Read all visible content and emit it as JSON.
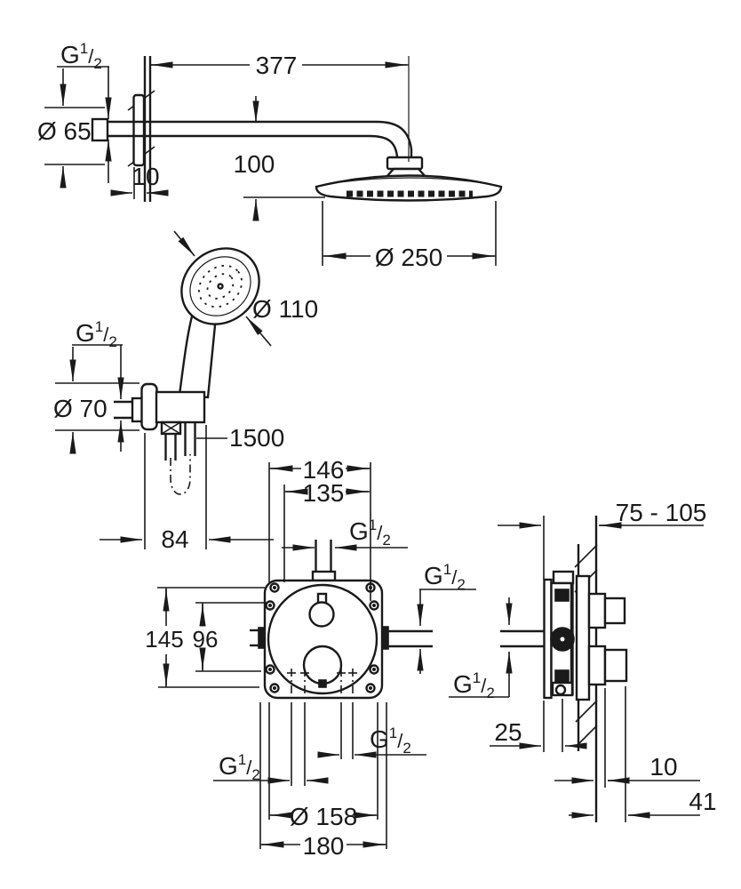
{
  "drawing": {
    "thread_label": {
      "prefix": "G",
      "numerator": "1",
      "slash": "/",
      "denominator": "2"
    },
    "dims": {
      "arm_length": "377",
      "arm_flange_diameter": "Ø 65",
      "arm_flange_depth": "10",
      "head_offset": "100",
      "head_diameter": "Ø 250",
      "hand_shower_diameter": "Ø 110",
      "outlet_flange_diameter": "Ø 70",
      "hose_length": "1500",
      "holder_projection": "84",
      "body_width_top": "146",
      "body_width_inner": "135",
      "plate_height": "145",
      "outlet_spacing": "96",
      "trim_diameter": "Ø 158",
      "trim_width": "180",
      "install_depth_range": "75 - 105",
      "box_rear_depth": "25",
      "trim_protrusion": "10",
      "handle_protrusion": "41"
    }
  }
}
